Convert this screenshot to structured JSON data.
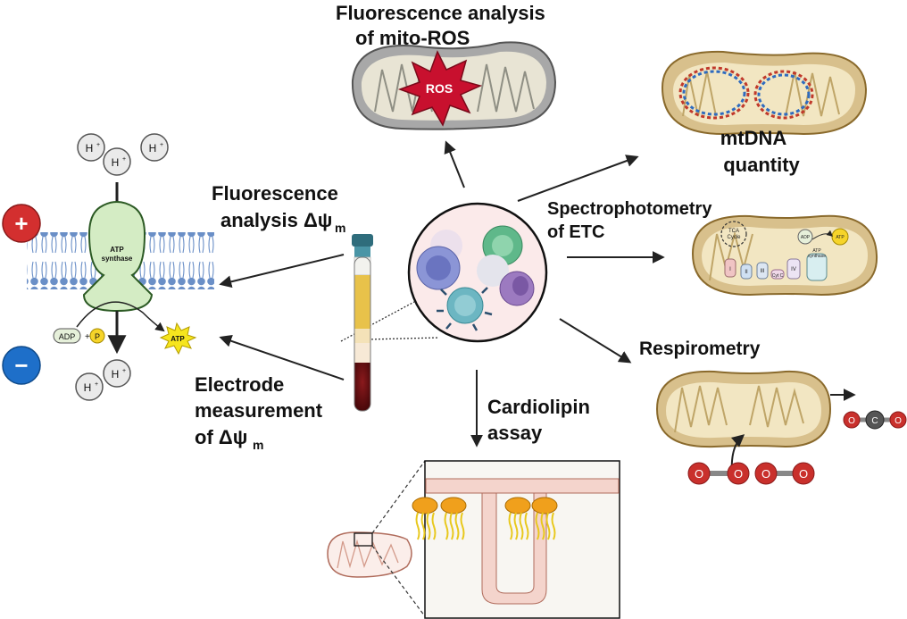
{
  "labels": {
    "mito_ros_line1": "Fluorescence analysis",
    "mito_ros_line2": "of mito-ROS",
    "ros": "ROS",
    "mtdna_line1": "mtDNA",
    "mtdna_line2": "quantity",
    "etc_line1": "Spectrophotometry",
    "etc_line2": "of ETC",
    "fluor_psi_line1": "Fluorescence",
    "fluor_psi_line2": "analysis Δψ",
    "fluor_psi_sub": "m",
    "electrode_line1": "Electrode",
    "electrode_line2": "measurement",
    "electrode_line3": "of Δψ",
    "electrode_sub": "m",
    "cardiolipin_line1": "Cardiolipin",
    "cardiolipin_line2": "assay",
    "respirometry": "Respirometry"
  },
  "atp_synthase": {
    "line1": "ATP",
    "line2": "synthase",
    "proton": "H",
    "proton_charge": "+",
    "plus": "+",
    "minus": "−",
    "adp": "ADP",
    "p": "P",
    "adp_plus": "+",
    "atp": "ATP"
  },
  "etc_mito": {
    "tca_line1": "TCA",
    "tca_line2": "Cycle",
    "adp": "ADP",
    "atp": "ATP",
    "synth_line1": "ATP",
    "synth_line2": "synthase",
    "complexes": [
      "I",
      "II",
      "III",
      "IV"
    ],
    "cytc": "Cyt C"
  },
  "gases": {
    "o": "O",
    "c": "C"
  },
  "colors": {
    "mito_fill": "#d8c08c",
    "mito_inner": "#f2e6c2",
    "mito_edge": "#8a6a2c",
    "ros_fill": "#c8102e",
    "membrane_head": "#6a8fc7",
    "synthase_fill": "#d4ecc4",
    "plus_circle": "#d32f2f",
    "minus_circle": "#1e6fc9",
    "blood_plasma": "#e8c24a",
    "blood_red": "#6e0f12",
    "cardiolipin": "#f0a01c",
    "o2": "#c9302c"
  }
}
